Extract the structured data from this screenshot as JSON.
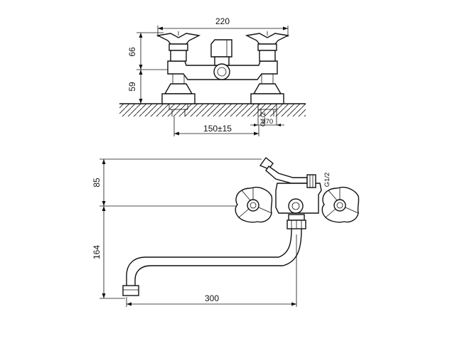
{
  "top_view": {
    "width_total": "220",
    "height_handles": "66",
    "height_body": "59",
    "spacing": "150±15",
    "thread": "G1/2",
    "diameter": "ø70"
  },
  "side_view": {
    "height_upper": "85",
    "height_lower": "164",
    "spout_length": "300",
    "thread": "G1/2"
  }
}
